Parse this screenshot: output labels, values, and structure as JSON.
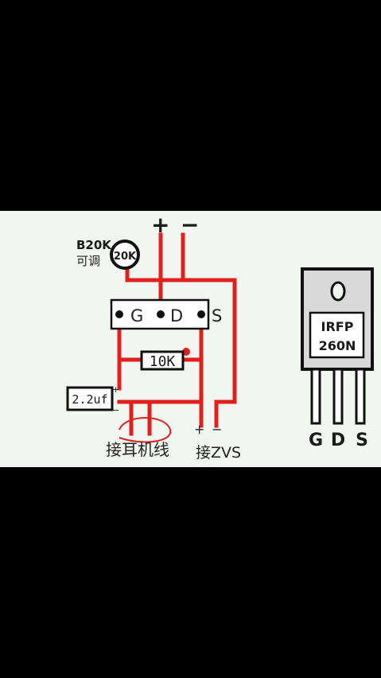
{
  "colors": {
    "background": "#000000",
    "panel": "#f2f6f1",
    "wire": "#e0201c",
    "outline": "#111111",
    "chip_body": "#d9d9d9",
    "label_box": "#ffffff"
  },
  "diagram": {
    "supply": {
      "plus": "+",
      "minus": "−"
    },
    "potentiometer": {
      "label_model": "B20K",
      "label_note": "可调",
      "value": "20K"
    },
    "mosfet_pins": {
      "g": "G",
      "d": "D",
      "s": "S"
    },
    "resistor": {
      "value": "10K"
    },
    "capacitor": {
      "value": "2.2uf",
      "plus": "+",
      "minus": "−"
    },
    "output_left": {
      "label": "接耳机线"
    },
    "output_right": {
      "label": "接ZVS",
      "plus": "+",
      "minus": "−"
    },
    "chip": {
      "line1": "IRFP",
      "line2": "260N",
      "pin_g": "G",
      "pin_d": "D",
      "pin_s": "S"
    }
  }
}
